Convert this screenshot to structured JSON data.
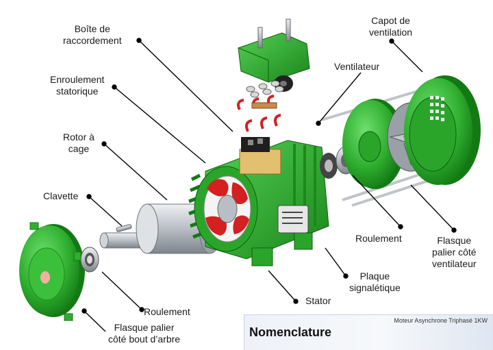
{
  "labels": {
    "boite": [
      "Boîte de",
      "raccordement"
    ],
    "enroulement": [
      "Enroulement",
      "statorique"
    ],
    "rotor": [
      "Rotor à",
      "cage"
    ],
    "clavette": "Clavette",
    "roulement_left": "Roulement",
    "flasque_arbre": [
      "Flasque palier",
      "côté bout d’arbre"
    ],
    "stator": "Stator",
    "plaque": [
      "Plaque",
      "signalétique"
    ],
    "roulement_right": "Roulement",
    "flasque_ventilateur": [
      "Flasque",
      "palier côté",
      "ventilateur"
    ],
    "ventilateur": "Ventilateur",
    "capot": [
      "Capot de",
      "ventilation"
    ]
  },
  "footer": {
    "title": "Nomenclature",
    "subtitle": "Moteur Asynchrone Triphasé 1KW"
  },
  "colors": {
    "motor_green": "#2fae2f",
    "dark_green": "#137a13",
    "winding_red": "#d42020",
    "shaft_steel": "#b9bec4",
    "leader": "#000000"
  }
}
